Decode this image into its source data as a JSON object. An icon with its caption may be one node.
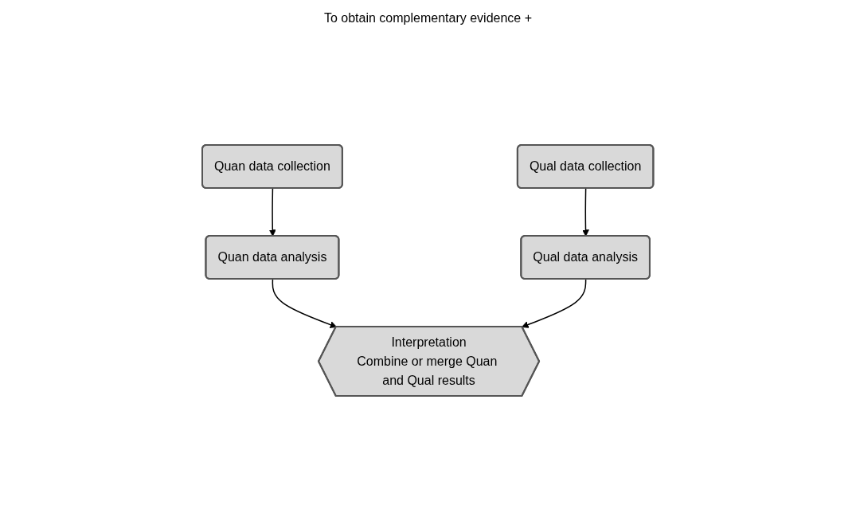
{
  "diagram": {
    "title": "To obtain complementary evidence +",
    "nodes": [
      {
        "text": [
          "Quan data collection"
        ]
      },
      {
        "text": [
          "Qual data collection"
        ]
      },
      {
        "text": [
          "Quan data analysis"
        ]
      },
      {
        "text": [
          "Qual data analysis"
        ]
      },
      {
        "text": [
          "Interpretation",
          "Combine or merge Quan and Qual results"
        ]
      }
    ],
    "edges": [
      {
        "from": 0,
        "to": 2,
        "arrow": "to"
      },
      {
        "from": 1,
        "to": 3,
        "arrow": "to"
      },
      {
        "from": 2,
        "to": 4,
        "arrow": "to"
      },
      {
        "from": 3,
        "to": 4,
        "arrow": "to"
      }
    ]
  }
}
